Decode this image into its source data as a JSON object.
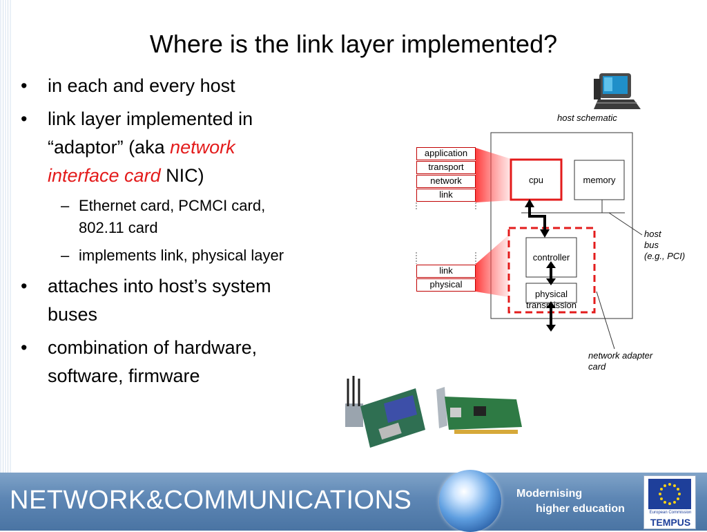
{
  "slide": {
    "title": "Where is the link layer implemented?"
  },
  "bullets": {
    "b1": "in each and every host",
    "b2_line1": "link layer implemented in",
    "b2_line2_a": "“adaptor”",
    "b2_line2_b": " (aka ",
    "b2_red1": "network",
    "b2_red2": "interface card",
    "b2_line3_b": " NIC)",
    "sub1_line1": "Ethernet card, PCMCI card,",
    "sub1_line2": "802.11 card",
    "sub2": "implements link, physical layer",
    "b3_line1": "attaches into host’s system",
    "b3_line2": "buses",
    "b4_line1": "combination of hardware,",
    "b4_line2": "software, firmware"
  },
  "diagram": {
    "host_schematic": "host schematic",
    "stack_upper": [
      "application",
      "transport",
      "network",
      "link"
    ],
    "stack_lower": [
      "link",
      "physical"
    ],
    "cpu": "cpu",
    "memory": "memory",
    "controller": "controller",
    "physical_transmission": "physical transmission",
    "host_bus_1": "host",
    "host_bus_2": "bus",
    "host_bus_3": "(e.g., PCI)",
    "adapter_1": "network adapter",
    "adapter_2": "card"
  },
  "footer": {
    "title": "NETWORK&COMMUNICATIONS",
    "modern_1": "Modernising",
    "modern_2": "higher education",
    "ec": "European Commission",
    "tempus": "TEMPUS"
  },
  "colors": {
    "accent_red": "#e31b1b",
    "footer_blue": "#5d86b4"
  },
  "icons": [
    "monitor-icon",
    "wireless-nic-icon",
    "ethernet-nic-icon",
    "globe-icon",
    "eu-flag-icon"
  ]
}
